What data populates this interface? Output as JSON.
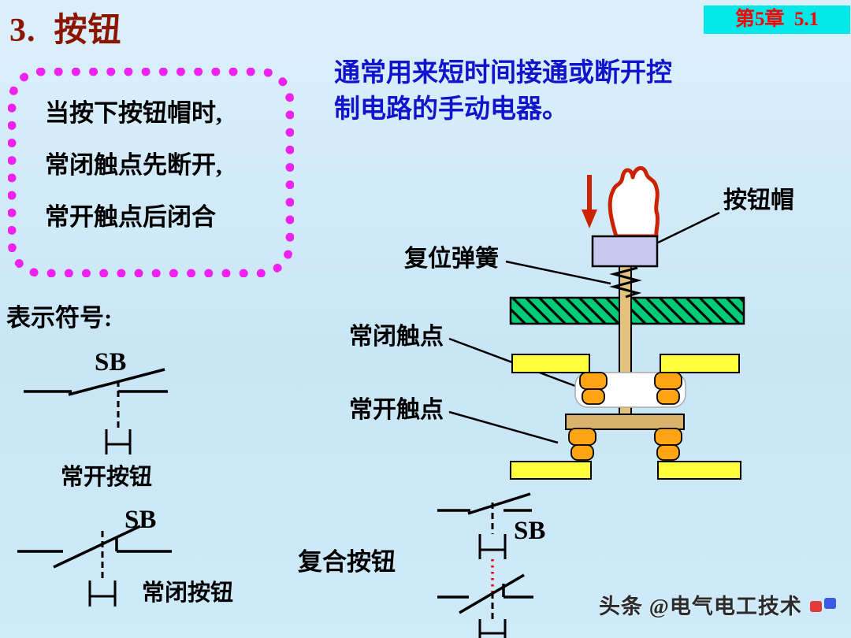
{
  "header": {
    "title": "3.  按钮",
    "chapter_badge": "第5章  5.1"
  },
  "info_box": {
    "lines": [
      "当按下按钮帽时,",
      "常闭触点先断开,",
      "常开触点后闭合"
    ]
  },
  "description": {
    "line1": "通常用来短时间接通或断开控",
    "line2": "制电路的手动电器。"
  },
  "symbols": {
    "section_label": "表示符号:",
    "no_button": {
      "ref_label": "SB",
      "name": "常开按钮"
    },
    "nc_button": {
      "ref_label": "SB",
      "name": "常闭按钮"
    },
    "compound_button": {
      "ref_label": "SB",
      "name": "复合按钮"
    }
  },
  "mechanism": {
    "labels": {
      "button_cap": "按钮帽",
      "reset_spring": "复位弹簧",
      "nc_contact": "常闭触点",
      "no_contact": "常开触点"
    },
    "colors": {
      "panel_green": "#00cc77",
      "contact_yellow": "#ffff3c",
      "contact_orange": "#ffa514",
      "rod_tan": "#e3c27c",
      "crossbar_tan": "#d9b36b",
      "cap_lavender": "#c9c9ef",
      "press_red": "#cc2200"
    }
  },
  "watermark": "头条 @电气电工技术",
  "page_colors": {
    "background": "#cfe9f7",
    "title_red": "#8b1500",
    "description_blue": "#1114cc",
    "badge_cyan": "#00e8e8",
    "badge_text_red": "#ff0000",
    "box_border_magenta": "#ee22ee"
  }
}
